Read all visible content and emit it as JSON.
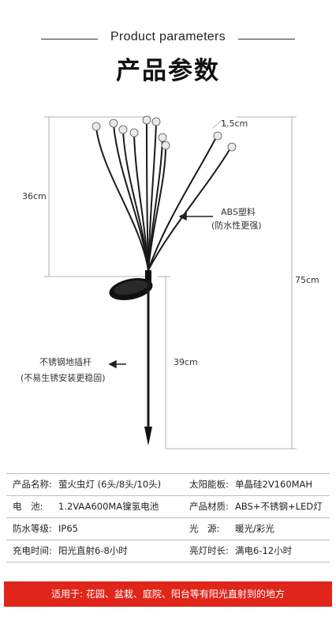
{
  "header": {
    "en_title": "Product parameters",
    "cn_title": "产品参数"
  },
  "diagram": {
    "dim_bulb": "1.5cm",
    "dim_height_top": "36cm",
    "dim_total": "75cm",
    "dim_stake": "39cm",
    "material_line1": "ABS塑料",
    "material_line2": "(防水性更强)",
    "stake_line1": "不锈钢地插杆",
    "stake_line2": "(不易生锈安装更稳固)"
  },
  "specs": [
    {
      "left_key": "产品名称:",
      "left_val": "萤火虫灯 (6头/8头/10头)",
      "right_key": "太阳能板:",
      "right_val": "单晶硅2V160MAH"
    },
    {
      "left_key": "电　池:",
      "left_val": "1.2VAA600MA镍氢电池",
      "right_key": "产品材质:",
      "right_val": "ABS+不锈钢+LED灯"
    },
    {
      "left_key": "防水等级:",
      "left_val": "IP65",
      "right_key": "光　源:",
      "right_val": "暖光/彩光"
    },
    {
      "left_key": "充电时间:",
      "left_val": "阳光直射6-8小时",
      "right_key": "亮灯时长:",
      "right_val": "满电6-12小时"
    }
  ],
  "banner": {
    "text": "适用于: 花园、盆栽、庭院、阳台等有阳光直射到的地方"
  }
}
